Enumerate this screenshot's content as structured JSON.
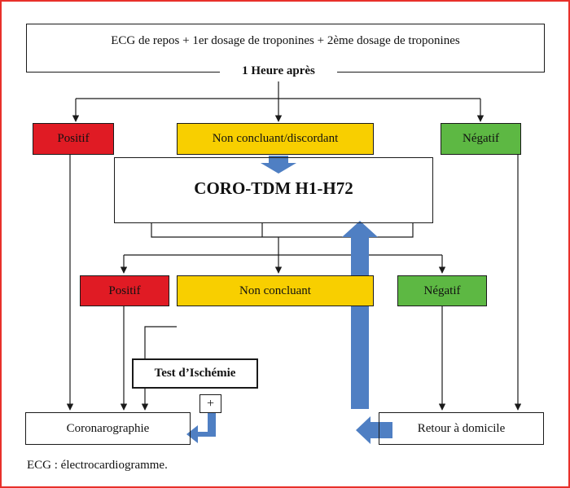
{
  "diagram": {
    "start_box": "ECG de repos + 1er dosage de troponines + 2ème dosage de troponines",
    "time_label": "1 Heure après",
    "level1": {
      "positive": "Positif",
      "inconclusive": "Non concluant/discordant",
      "negative": "Négatif"
    },
    "coro_tdm": "CORO-TDM H1-H72",
    "level2": {
      "positive": "Positif",
      "inconclusive": "Non concluant",
      "negative": "Négatif"
    },
    "ischemia_test": "Test d’Ischémie",
    "plus_sign": "+",
    "coronarography": "Coronarographie",
    "home_return": "Retour à domicile"
  },
  "caption": "ECG : électrocardiogramme.",
  "colors": {
    "frame": "#e8302a",
    "positive": "#e01b24",
    "inconclusive": "#f8cf00",
    "negative": "#5db843",
    "arrow_blue": "#4f7fc3",
    "line": "#1a1a1a"
  }
}
